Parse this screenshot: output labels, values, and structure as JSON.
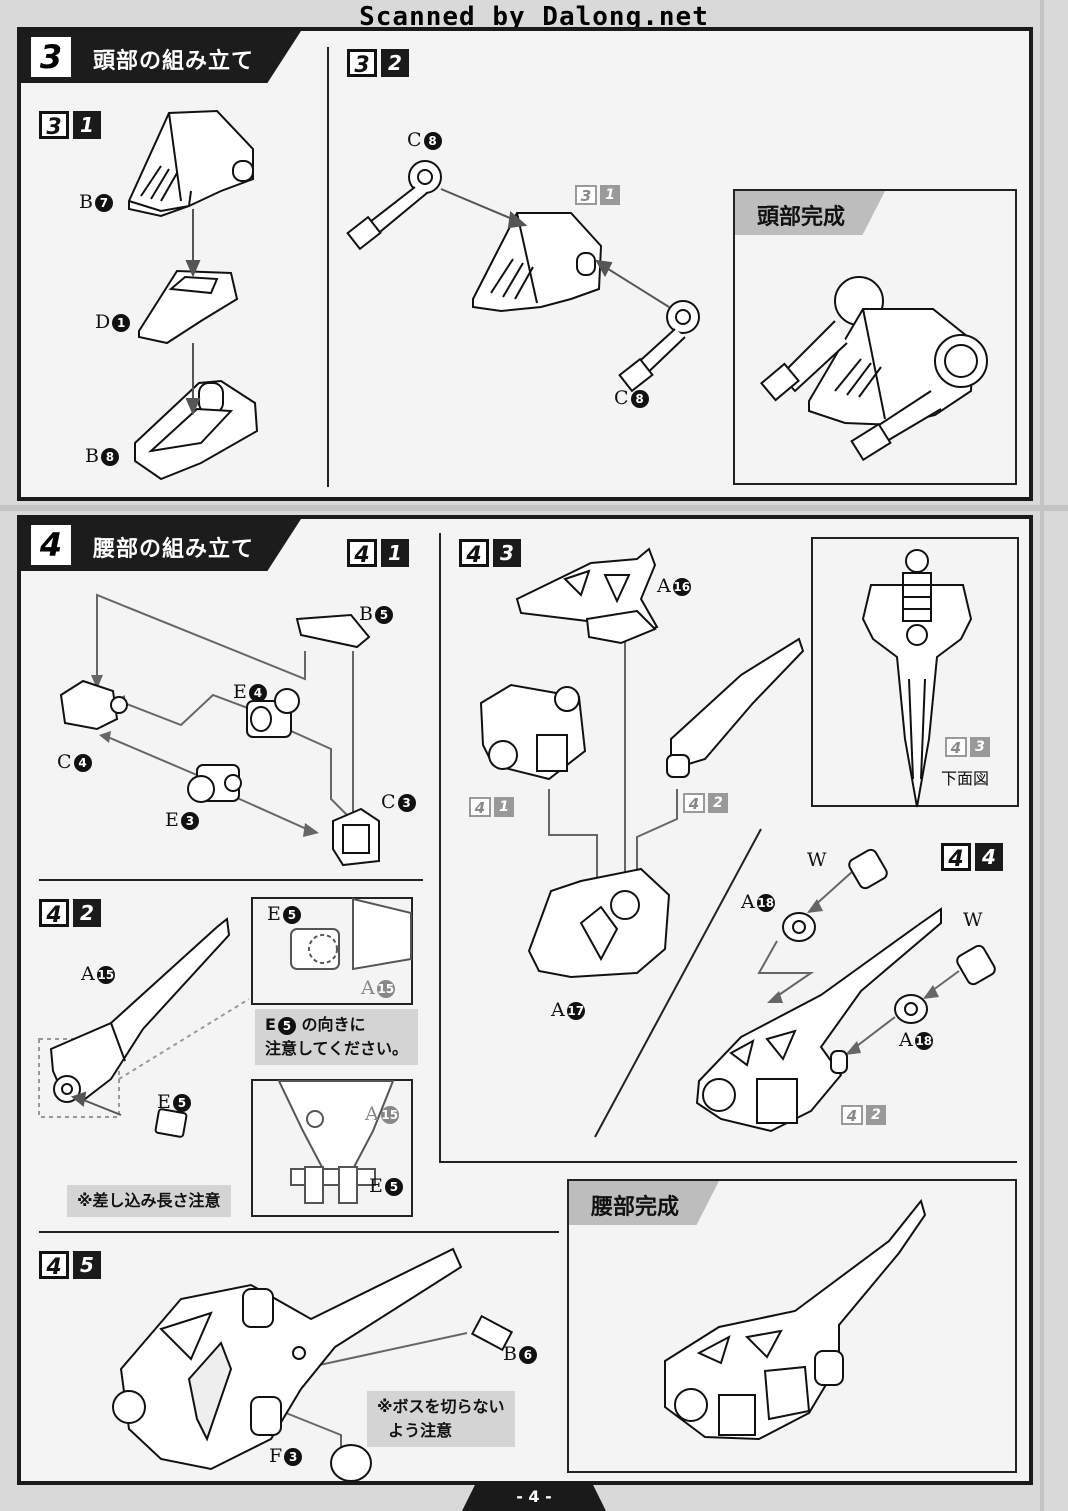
{
  "header_text": "Scanned by Dalong.net",
  "page_number": "- 4 -",
  "section3": {
    "num": "3",
    "title": "頭部の組み立て",
    "steps": [
      {
        "major": "3",
        "minor": "1"
      },
      {
        "major": "3",
        "minor": "2"
      }
    ],
    "parts_step1": [
      "B",
      "7",
      "D",
      "1",
      "B",
      "8"
    ],
    "label_c8": "C",
    "label_c8_num": "8",
    "ref": {
      "major": "3",
      "minor": "1"
    },
    "complete": "頭部完成"
  },
  "section4": {
    "num": "4",
    "title": "腰部の組み立て",
    "steps": [
      {
        "major": "4",
        "minor": "1"
      },
      {
        "major": "4",
        "minor": "2"
      },
      {
        "major": "4",
        "minor": "3"
      },
      {
        "major": "4",
        "minor": "4"
      },
      {
        "major": "4",
        "minor": "5"
      }
    ],
    "labels": {
      "B5": [
        "B",
        "5"
      ],
      "E4": [
        "E",
        "4"
      ],
      "C4": [
        "C",
        "4"
      ],
      "C3": [
        "C",
        "3"
      ],
      "E3": [
        "E",
        "3"
      ],
      "A15": [
        "A",
        "15"
      ],
      "E5": [
        "E",
        "5"
      ],
      "A16": [
        "A",
        "16"
      ],
      "A17": [
        "A",
        "17"
      ],
      "A18": [
        "A",
        "18"
      ],
      "W": "W",
      "B6": [
        "B",
        "6"
      ],
      "F3": [
        "F",
        "3"
      ]
    },
    "note_orientation": [
      "E",
      "5",
      "の向きに",
      "注意してください。"
    ],
    "note_insert": "※差し込み長さ注意",
    "note_boss": [
      "※ボスを切らない",
      "よう注意"
    ],
    "bottom_view": "下面図",
    "complete": "腰部完成"
  }
}
